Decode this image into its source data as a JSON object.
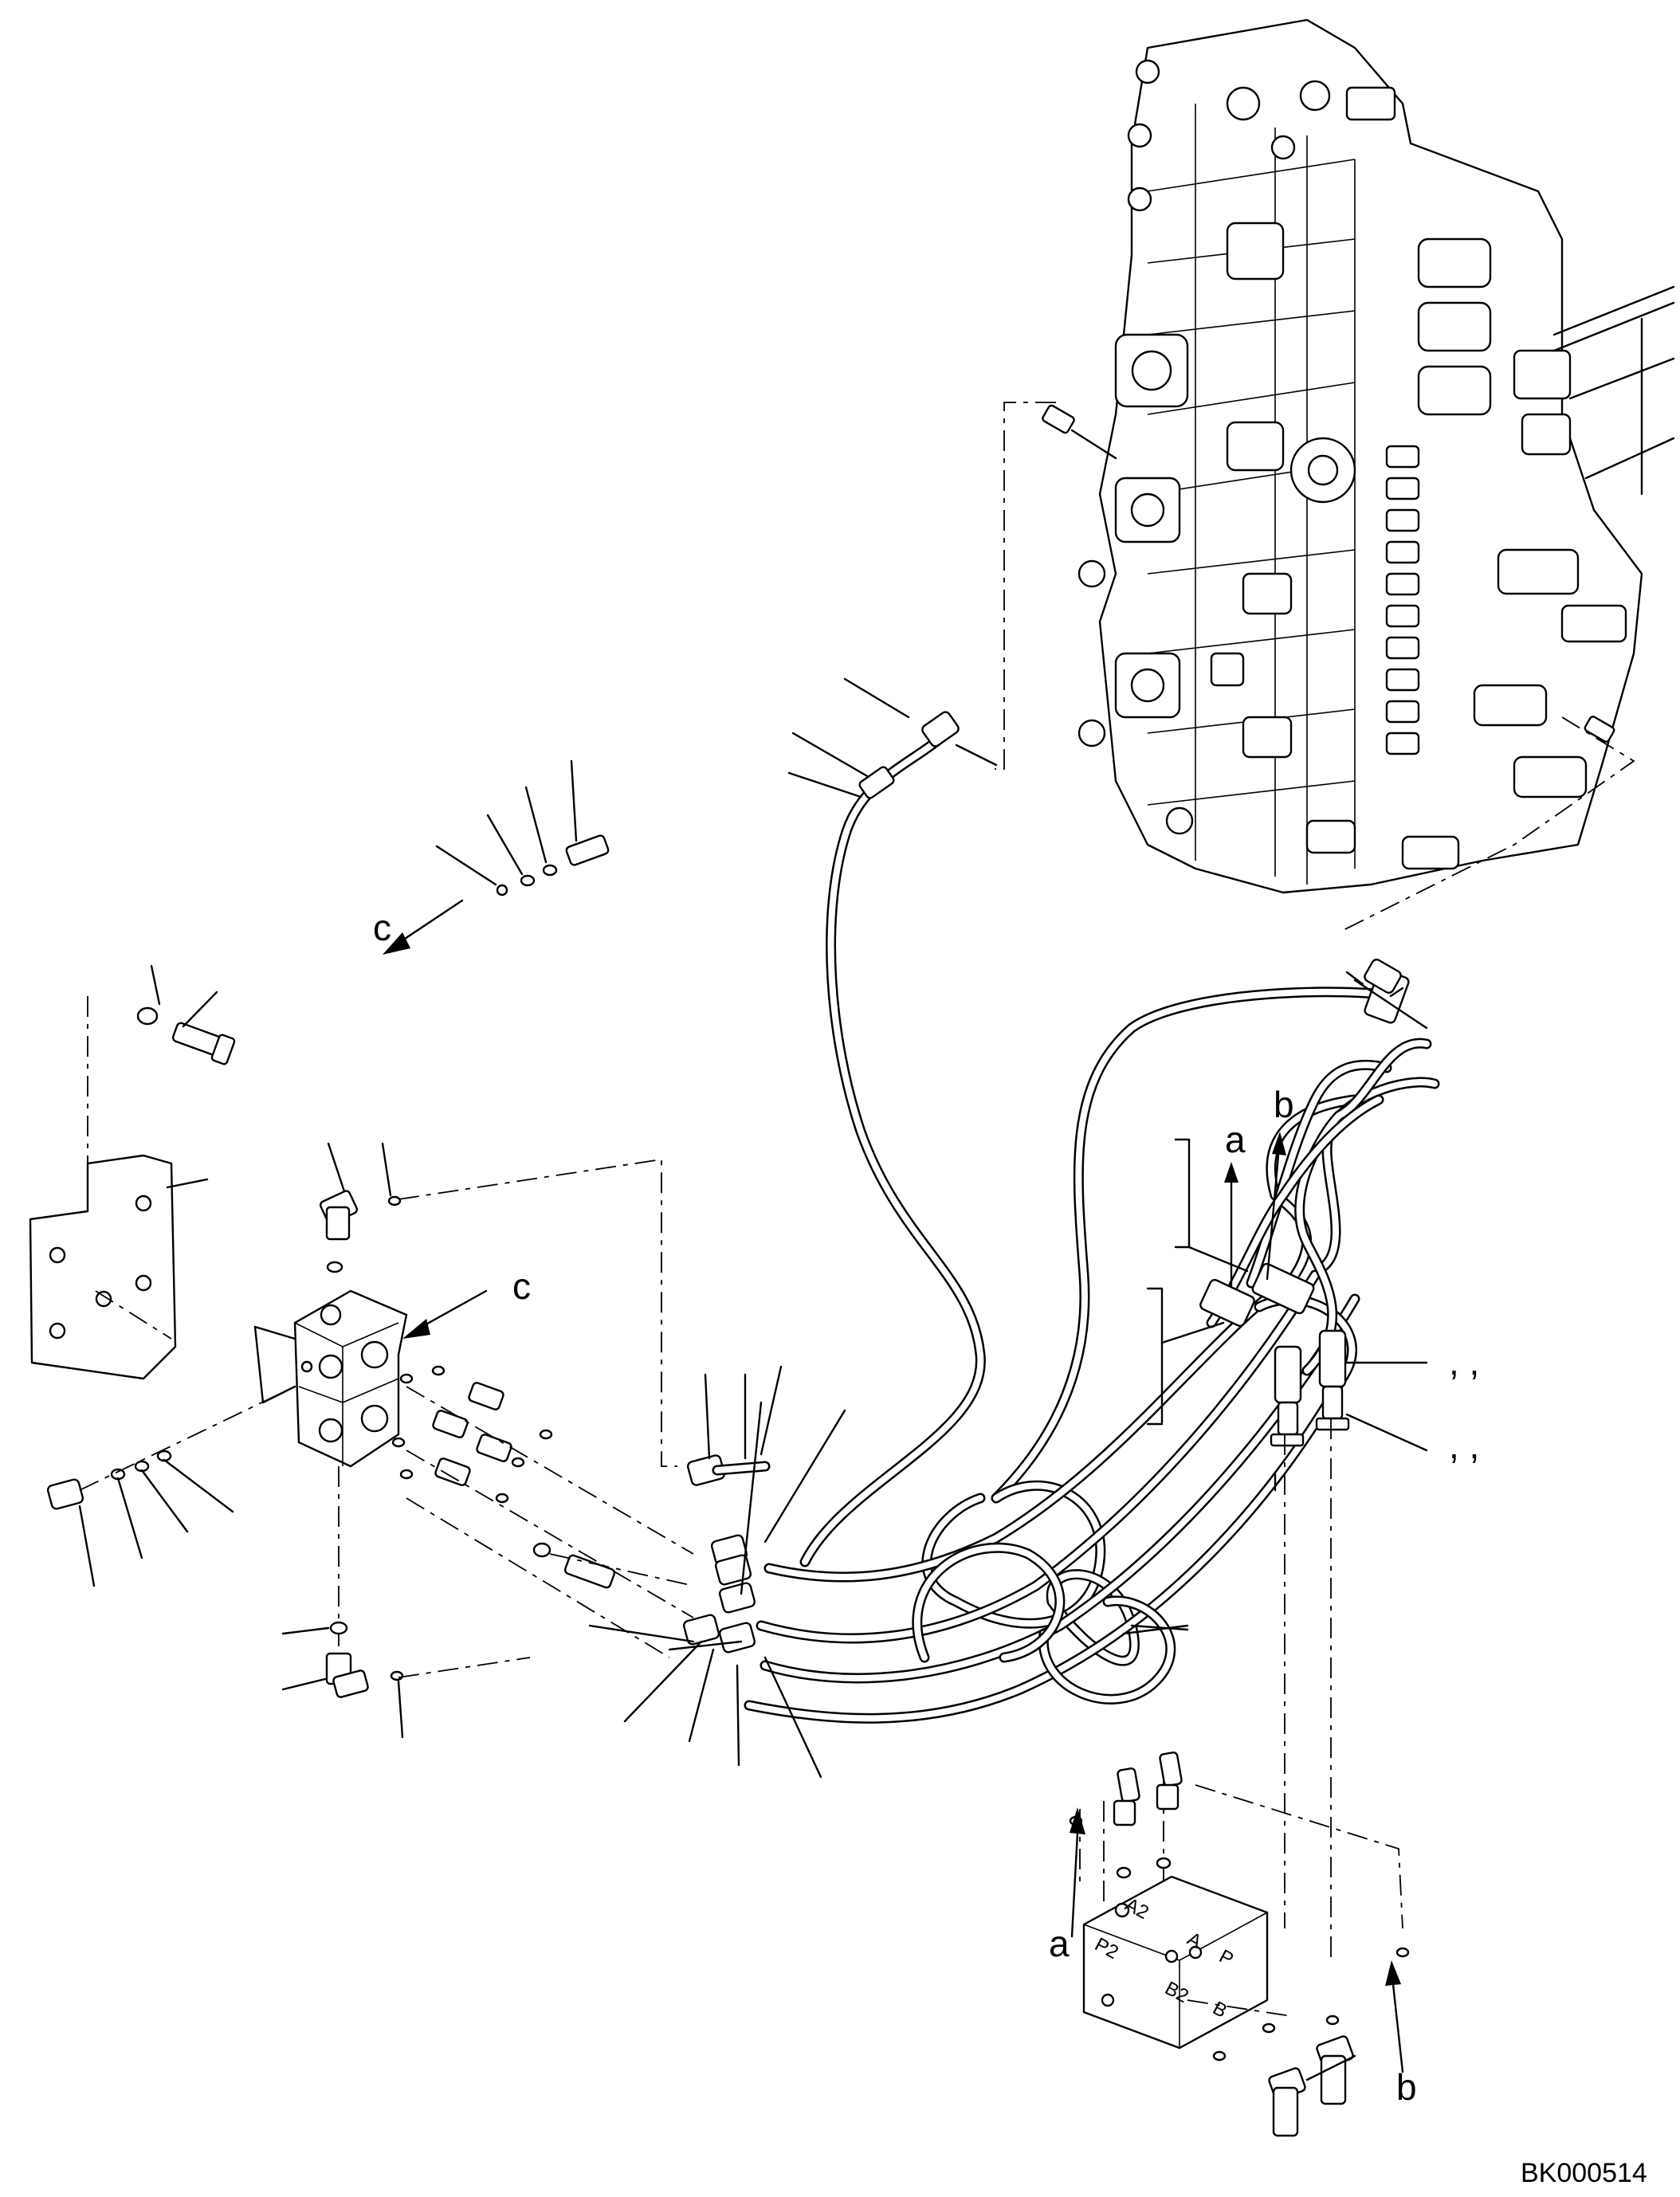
{
  "diagram": {
    "drawing_id": "BK000514",
    "callouts": {
      "a": "a",
      "b": "b",
      "c": "c"
    },
    "multi_refs": [
      ", ,",
      ", ,"
    ],
    "block_ports": {
      "a1": "A",
      "p": "P",
      "b1": "B",
      "b2": "B2",
      "a2": "A2",
      "p2": "P2"
    }
  }
}
